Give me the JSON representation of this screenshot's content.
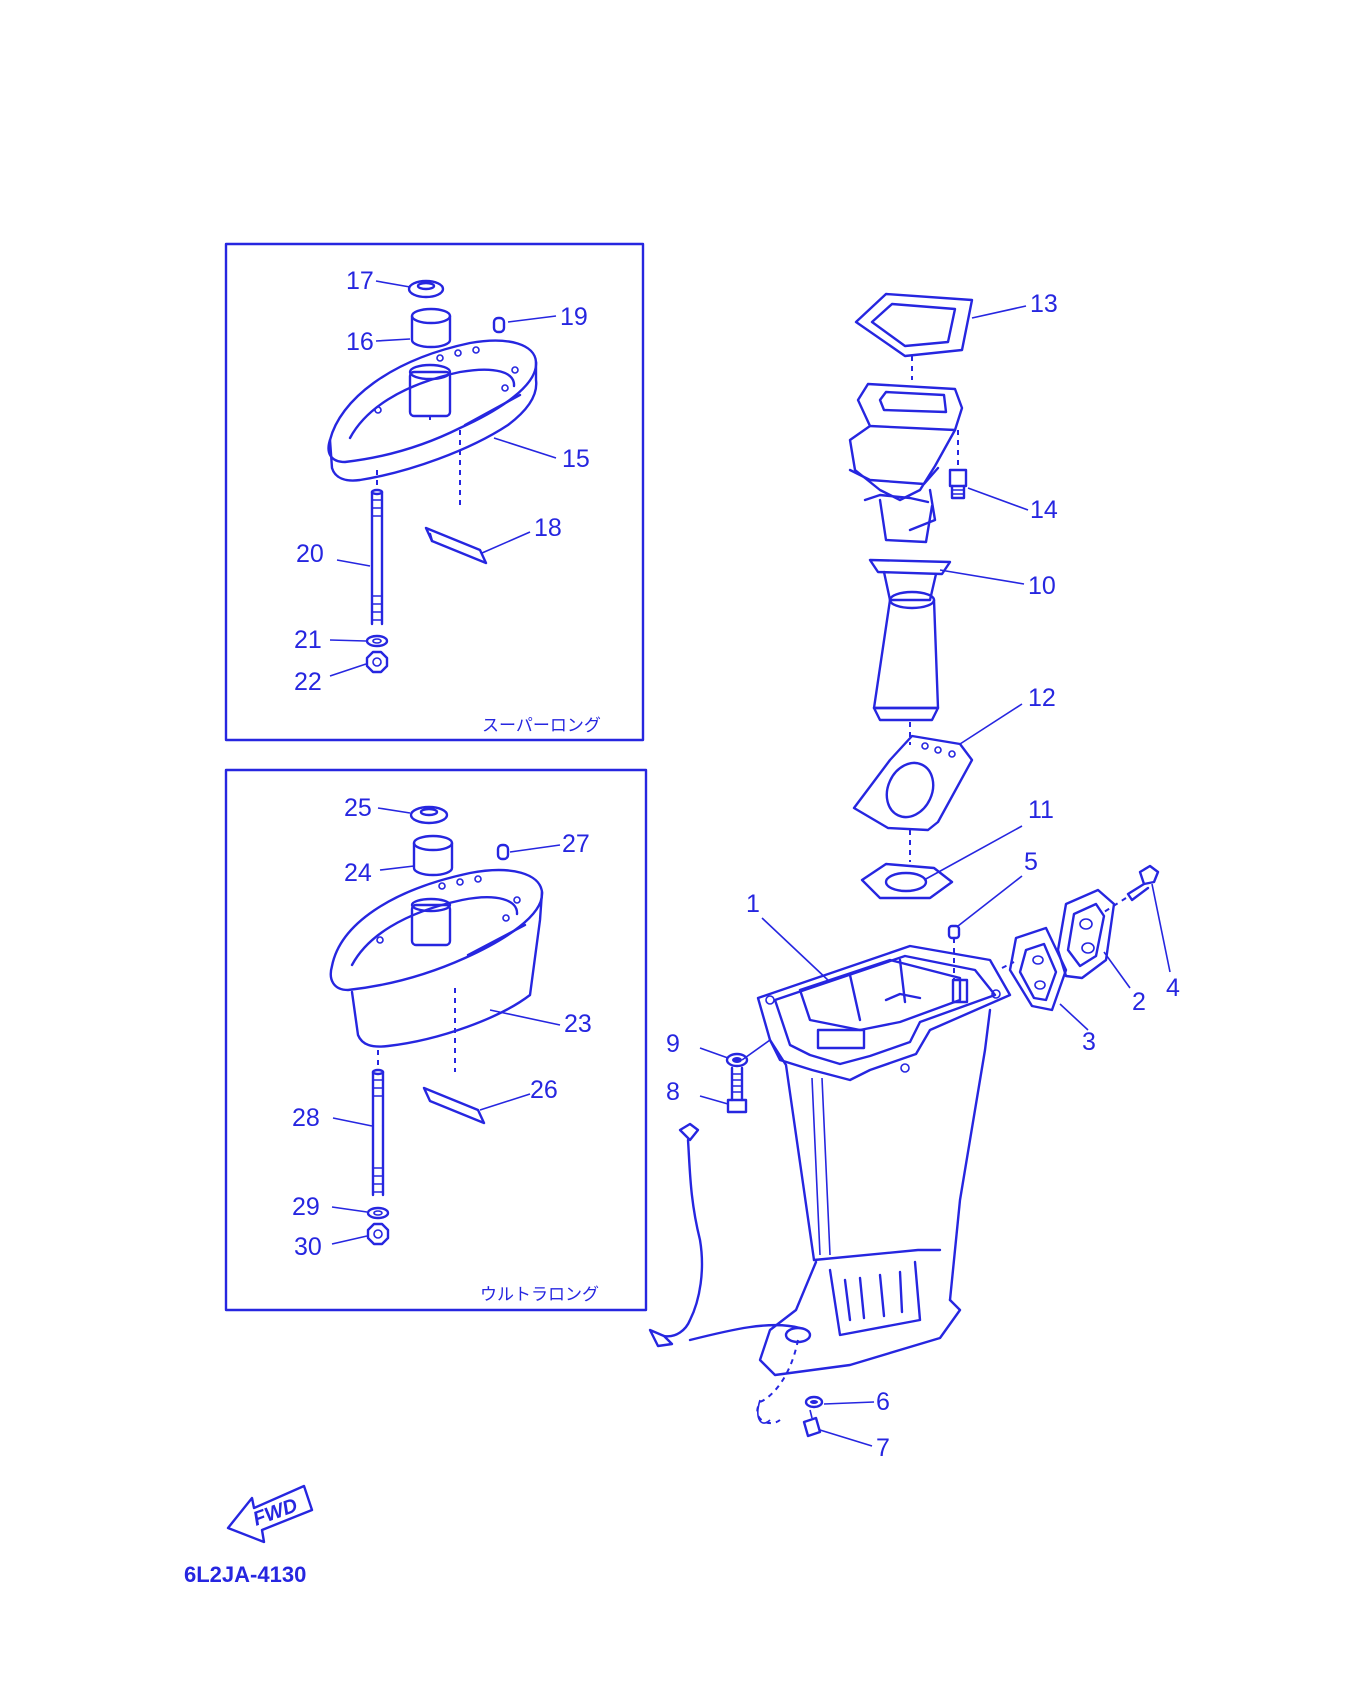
{
  "diagram_code": "6L2JA-4130",
  "fwd_label": "FWD",
  "insets": {
    "super_long": {
      "caption": "スーパーロング"
    },
    "ultra_long": {
      "caption": "ウルトラロング"
    }
  },
  "parts": {
    "p1": "1",
    "p2": "2",
    "p3": "3",
    "p4": "4",
    "p5": "5",
    "p6": "6",
    "p7": "7",
    "p8": "8",
    "p9": "9",
    "p10": "10",
    "p11": "11",
    "p12": "12",
    "p13": "13",
    "p14": "14",
    "p15": "15",
    "p16": "16",
    "p17": "17",
    "p18": "18",
    "p19": "19",
    "p20": "20",
    "p21": "21",
    "p22": "22",
    "p23": "23",
    "p24": "24",
    "p25": "25",
    "p26": "26",
    "p27": "27",
    "p28": "28",
    "p29": "29",
    "p30": "30"
  },
  "colors": {
    "line": "#2626e0",
    "background": "#ffffff"
  }
}
